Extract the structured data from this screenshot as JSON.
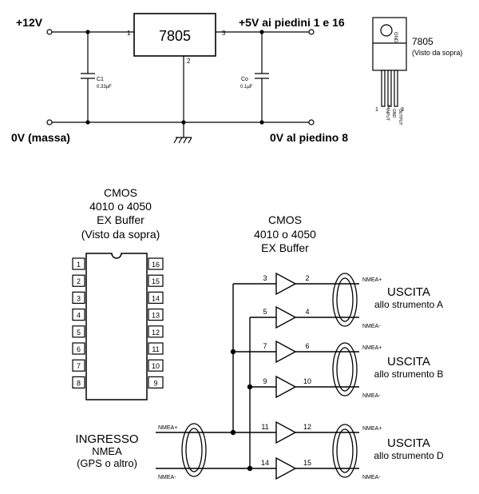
{
  "regulator": {
    "input_label": "+12V",
    "output_label": "+5V ai piedini 1 e 16",
    "ground_left_label": "0V (massa)",
    "ground_right_label": "0V al piedino 8",
    "chip_name": "7805",
    "pin_in": "1",
    "pin_gnd": "2",
    "pin_out": "3",
    "c1_name": "C1",
    "c1_value": "0.33µF",
    "co_name": "Co",
    "co_value": "0.1µF"
  },
  "package_view": {
    "title": "7805",
    "subtitle": "(Visto da sopra)",
    "pin1": "1",
    "pin2": "2",
    "pin3": "3",
    "pin1_name": "INPUT",
    "pin2_name": "GND",
    "pin3_name": "OUTPUT",
    "tab_label": "GND"
  },
  "dip": {
    "title_lines": [
      "CMOS",
      "4010 o 4050",
      "EX Buffer",
      "(Visto da sopra)"
    ],
    "left_pins": [
      "1",
      "2",
      "3",
      "4",
      "5",
      "6",
      "7",
      "8"
    ],
    "right_pins": [
      "16",
      "15",
      "14",
      "13",
      "12",
      "11",
      "10",
      "9"
    ]
  },
  "buffer_circuit": {
    "title_lines": [
      "CMOS",
      "4010 o 4050",
      "EX Buffer"
    ],
    "buffers": [
      {
        "in": "3",
        "out": "2"
      },
      {
        "in": "5",
        "out": "4"
      },
      {
        "in": "7",
        "out": "6"
      },
      {
        "in": "9",
        "out": "10"
      },
      {
        "in": "11",
        "out": "12"
      },
      {
        "in": "14",
        "out": "15"
      }
    ],
    "input": {
      "lines": [
        "INGRESSO",
        "NMEA",
        "(GPS o altro)"
      ],
      "plus": "NMEA+",
      "minus": "NMEA-"
    },
    "outputs": [
      {
        "plus": "NMEA+",
        "minus": "NMEA-",
        "title": "USCITA",
        "sub": "allo strumento A"
      },
      {
        "plus": "NMEA+",
        "minus": "NMEA-",
        "title": "USCITA",
        "sub": "allo strumento B"
      },
      {
        "plus": "NMEA+",
        "minus": "NMEA-",
        "title": "USCITA",
        "sub": "allo strumento D"
      }
    ]
  }
}
